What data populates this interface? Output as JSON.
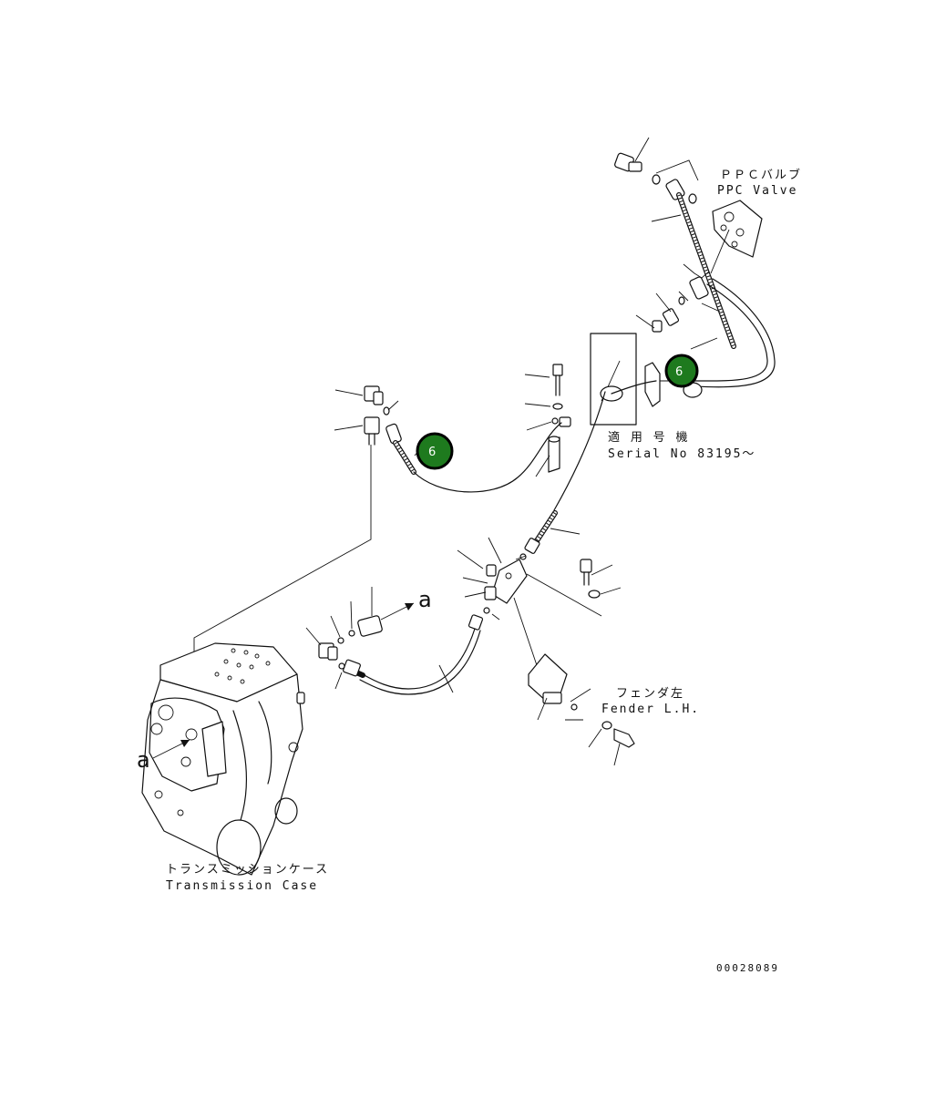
{
  "labels": {
    "ppc_valve_jp": "ＰＰＣバルブ",
    "ppc_valve_en": "PPC Valve",
    "serial_jp": "適 用 号 機",
    "serial_en": "Serial No 83195～",
    "fender_jp": "フェンダ左",
    "fender_en": "Fender L.H.",
    "transmission_jp": "トランスミッションケース",
    "transmission_en": "Transmission Case",
    "view_a_arrow": "a",
    "view_a_case": "a",
    "drawing_number": "00028089"
  },
  "callouts": [
    {
      "id": "callout-6-upper",
      "label": "6",
      "color": "#1e7a1e"
    },
    {
      "id": "callout-6-lower",
      "label": "6",
      "color": "#1e7a1e"
    }
  ]
}
